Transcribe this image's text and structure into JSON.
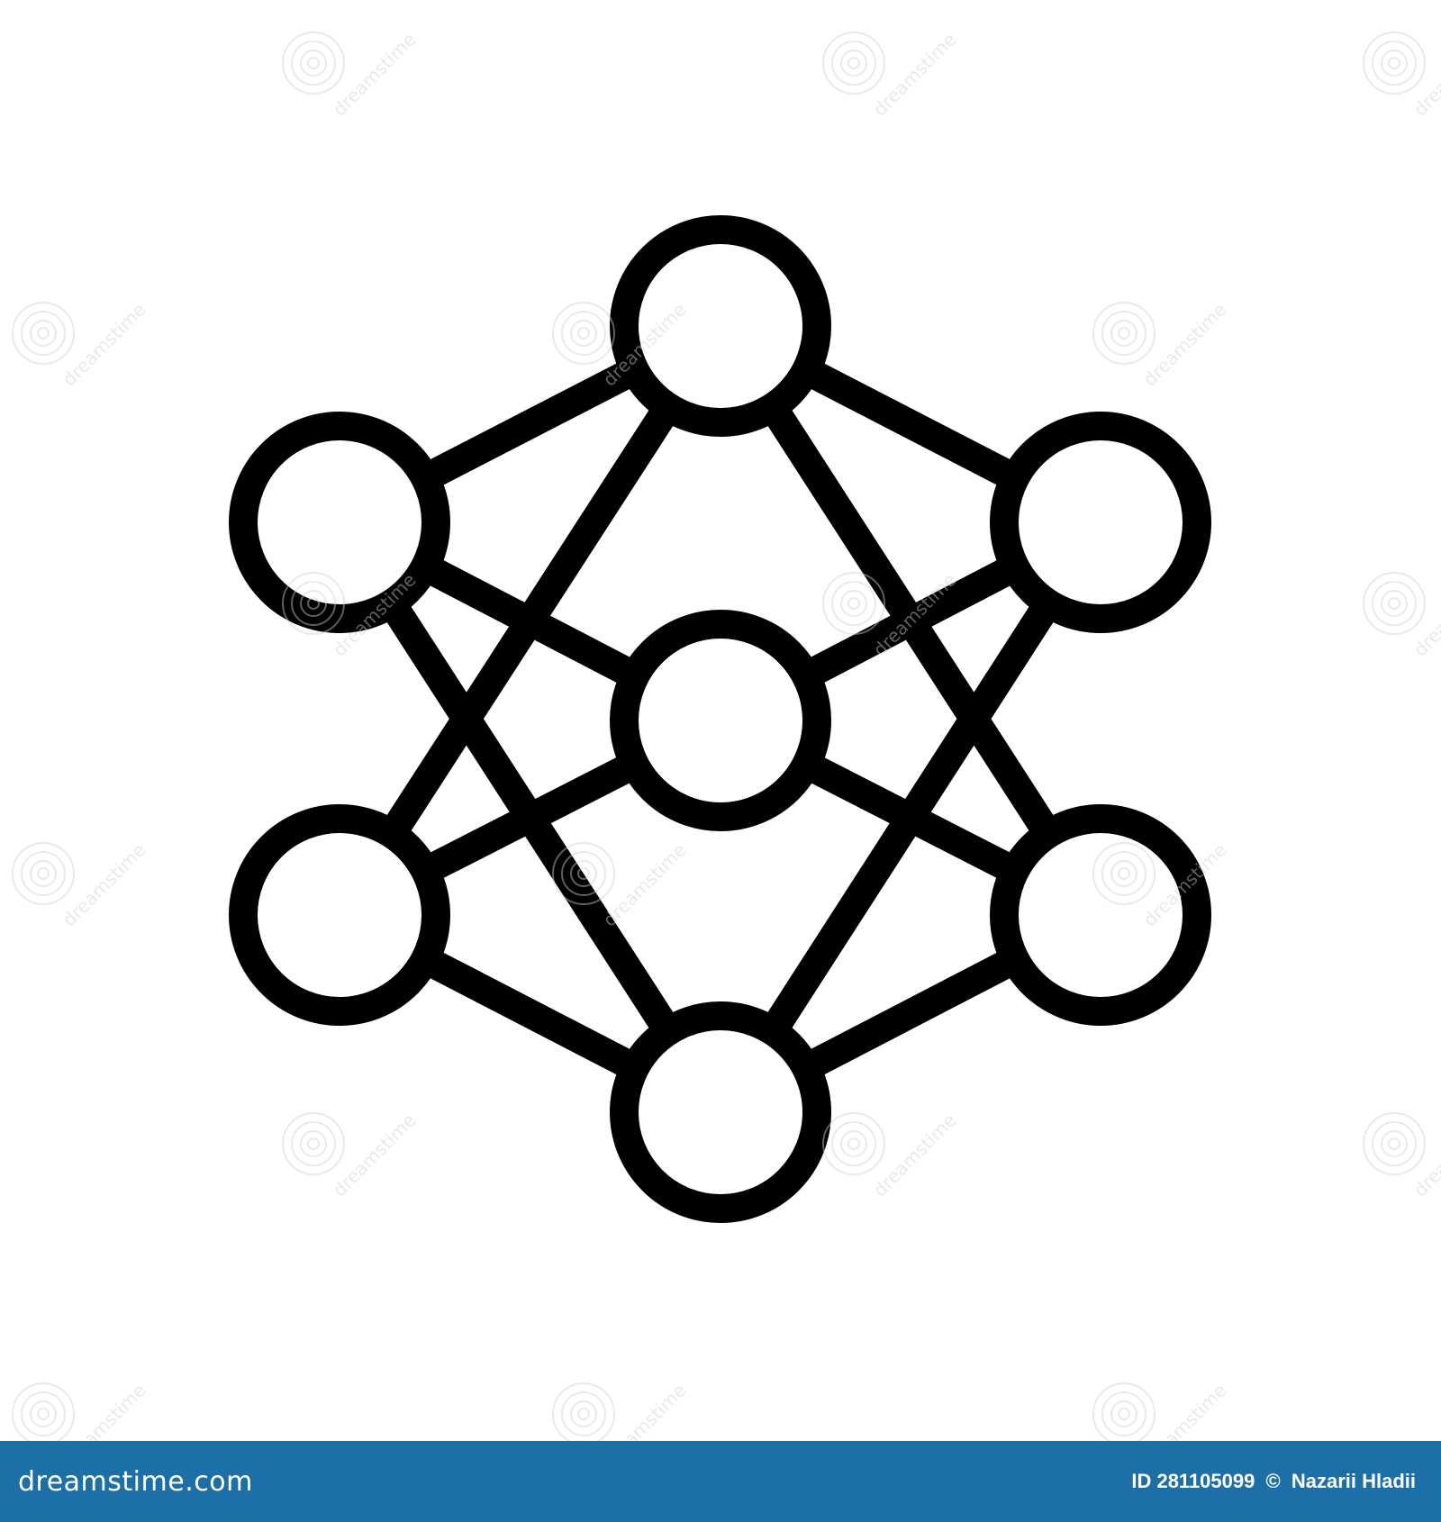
{
  "icon": {
    "name": "network-molecule-icon",
    "stroke_color": "#000000",
    "fill_color": "#ffffff",
    "node_count": 7,
    "nodes": [
      "top",
      "upper-left",
      "upper-right",
      "center",
      "lower-left",
      "lower-right",
      "bottom"
    ]
  },
  "watermark": {
    "text": "dreamstime",
    "color": "#d0d0d0"
  },
  "footer": {
    "background_color": "#1d6fa8",
    "brand": "dreamstime.com",
    "image_id": "ID 281105099",
    "copyright_symbol": "©",
    "author": "Nazarii Hladii"
  }
}
